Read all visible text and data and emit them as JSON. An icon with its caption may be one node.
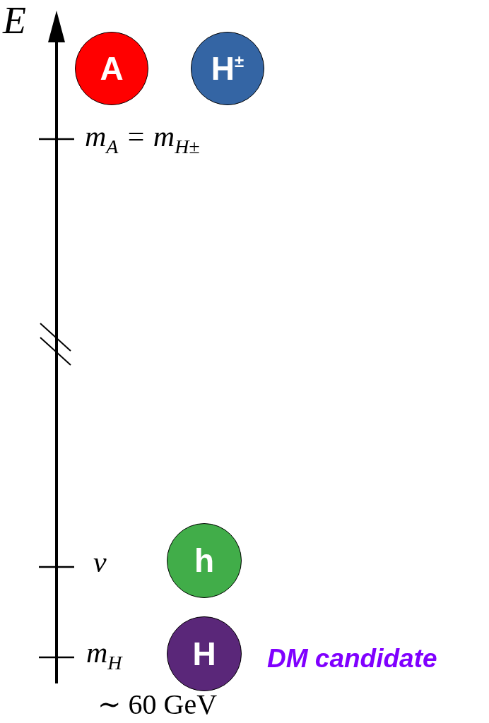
{
  "diagram": {
    "nodes": [
      {
        "text": [
          "A"
        ]
      },
      {
        "text": [
          "H$^{±}$"
        ]
      },
      {
        "text": [
          "h"
        ]
      },
      {
        "text": [
          "H"
        ],
        "beside": [
          "DM candidate"
        ]
      }
    ],
    "edges": [],
    "labels": [
      "E",
      "m$_{A}$ = m$_{H±}$",
      "v",
      "m$_{H}$",
      "∼ 60 GeV"
    ]
  }
}
